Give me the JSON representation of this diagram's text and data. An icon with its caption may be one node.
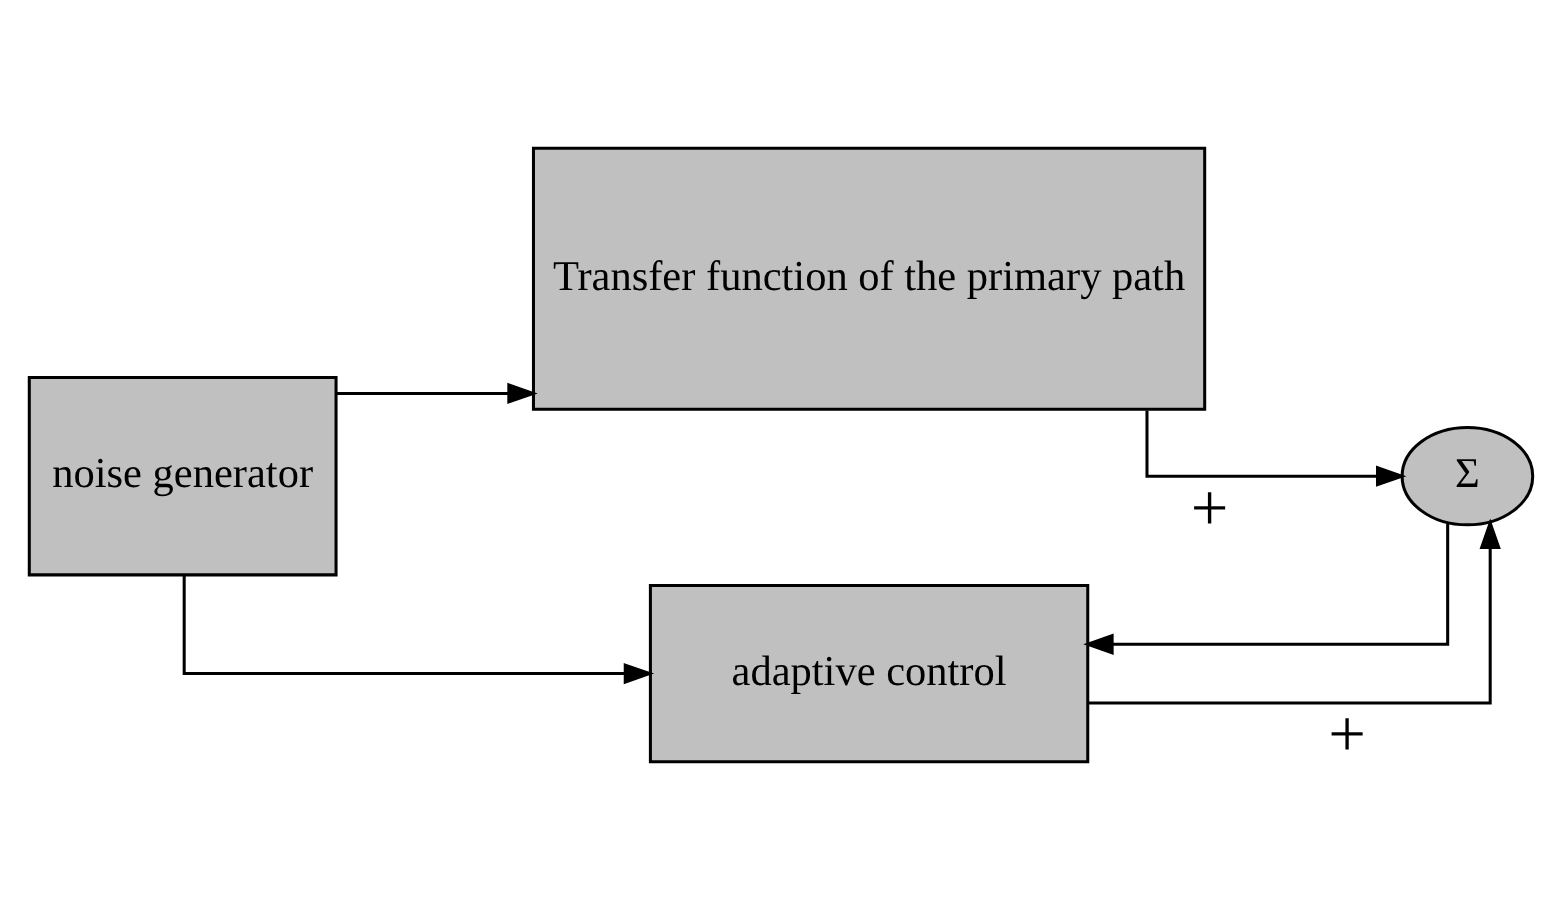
{
  "diagram": {
    "nodes": [
      {
        "text": [
          "noise generator"
        ]
      },
      {
        "text": [
          "Transfer function of the primary path"
        ]
      },
      {
        "text": [
          "Σ"
        ]
      },
      {
        "text": [
          "adaptive control"
        ]
      }
    ],
    "edges": [
      {
        "from": 0,
        "to": 1,
        "arrow": "to"
      },
      {
        "from": 0,
        "to": 3,
        "arrow": "to"
      },
      {
        "from": 1,
        "to": 2,
        "arrow": "to",
        "label": "+"
      },
      {
        "from": 3,
        "to": 2,
        "arrow": "to",
        "label": "+"
      },
      {
        "from": 2,
        "to": 3,
        "arrow": "to"
      }
    ]
  }
}
